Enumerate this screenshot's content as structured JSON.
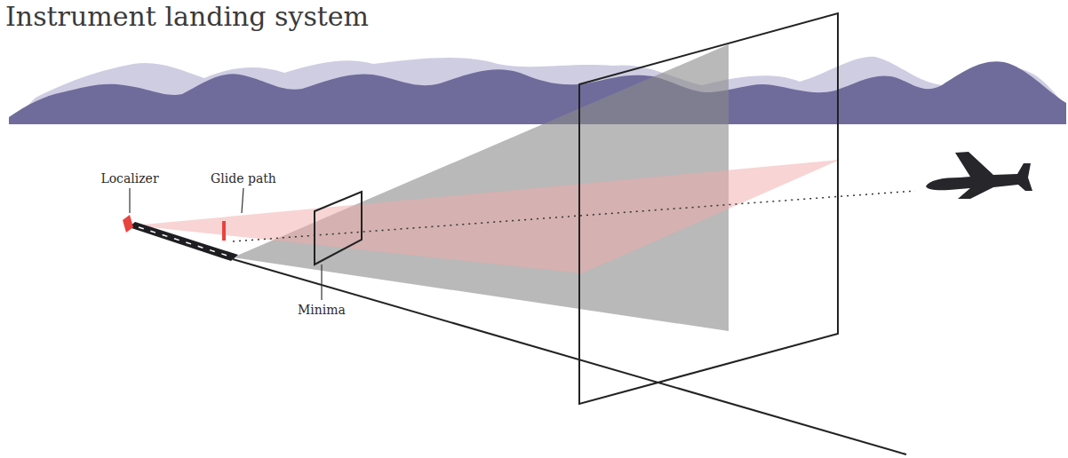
{
  "diagram": {
    "title": "Instrument landing system",
    "labels": [
      "Localizer",
      "Glide path",
      "Minima"
    ]
  }
}
